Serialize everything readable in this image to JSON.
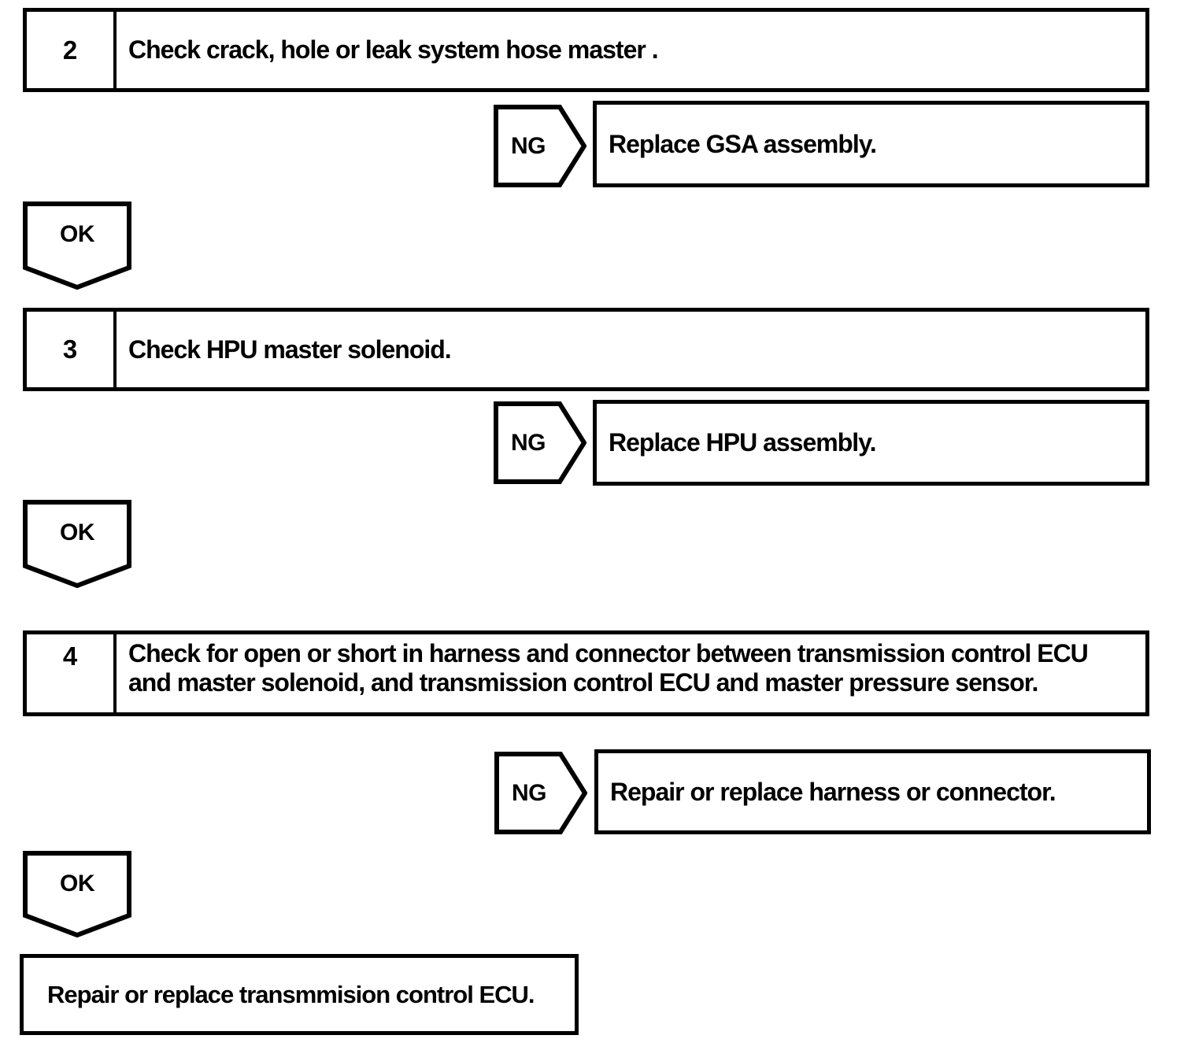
{
  "page": {
    "background_color": "#ffffff",
    "line_color": "#000000"
  },
  "flowchart": {
    "steps": [
      {
        "number": "2",
        "title": "Check crack, hole or leak system hose master .",
        "ng": {
          "label": "NG",
          "result": "Replace GSA assembly."
        },
        "ok": {
          "label": "OK"
        }
      },
      {
        "number": "3",
        "title": "Check HPU master solenoid.",
        "ng": {
          "label": "NG",
          "result": "Replace HPU assembly."
        },
        "ok": {
          "label": "OK"
        }
      },
      {
        "number": "4",
        "title": "Check for open or short in harness and connector between transmission control ECU and master solenoid, and transmission control ECU and master pressure sensor.",
        "ng": {
          "label": "NG",
          "result": "Repair or replace harness or connector."
        },
        "ok": {
          "label": "OK"
        }
      }
    ],
    "final_action": "Repair or replace transmmision control ECU."
  }
}
